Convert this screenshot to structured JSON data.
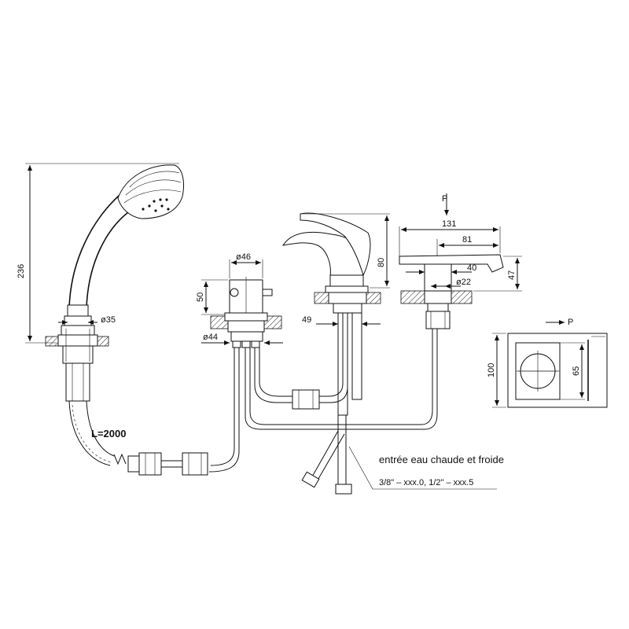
{
  "dimensions": {
    "shower_height": "236",
    "shower_base_dia": "ø35",
    "diverter_dia_top": "ø46",
    "diverter_height": "50",
    "diverter_dia_base": "ø44",
    "mixer_height": "80",
    "mixer_spout": "49",
    "spout_total": "131",
    "spout_inner": "81",
    "spout_body": "40",
    "spout_dia": "ø22",
    "spout_height": "47",
    "plate_height": "100",
    "plate_inner": "65"
  },
  "labels": {
    "hose_length": "L=2000",
    "pressure_top": "P",
    "pressure_plate": "P",
    "inlet_note": "entrée eau chaude et froide",
    "inlet_spec": "3/8\" – xxx.0, 1/2\" – xxx.5"
  }
}
